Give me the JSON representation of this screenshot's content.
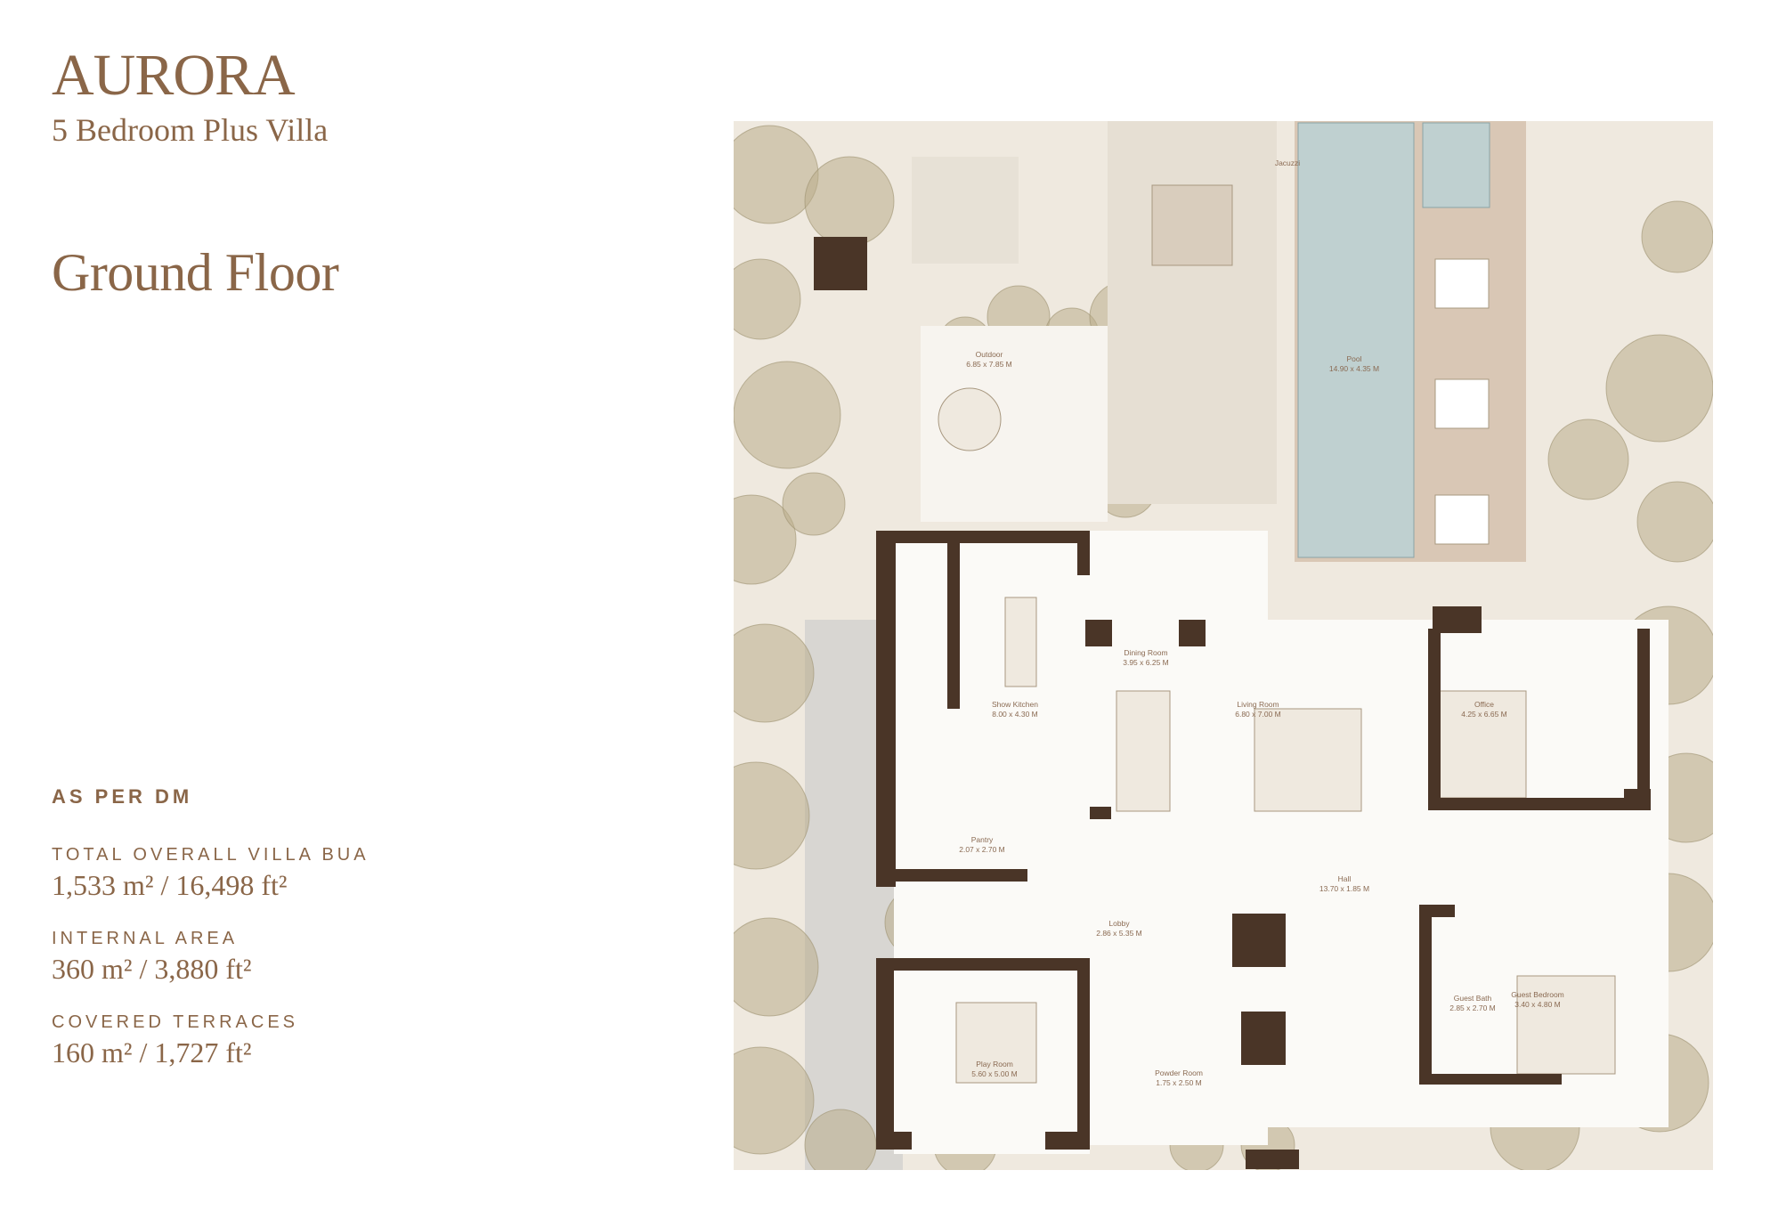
{
  "header": {
    "brand": "AURORA",
    "subtitle": "5 Bedroom Plus Villa",
    "floor_title": "Ground Floor"
  },
  "stats": {
    "heading": "AS PER DM",
    "items": [
      {
        "label": "TOTAL OVERALL VILLA BUA",
        "value": "1,533 m² / 16,498 ft²"
      },
      {
        "label": "INTERNAL AREA",
        "value": "360 m² / 3,880 ft²"
      },
      {
        "label": "COVERED TERRACES",
        "value": "160 m² / 1,727 ft²"
      }
    ]
  },
  "plan": {
    "rooms": [
      {
        "name": "Outdoor",
        "size": "6.85 x 7.85 M"
      },
      {
        "name": "Jacuzzi",
        "size": ""
      },
      {
        "name": "Pool",
        "size": "14.90 x 4.35 M"
      },
      {
        "name": "Dining Room",
        "size": "3.95 x 6.25 M"
      },
      {
        "name": "Show Kitchen",
        "size": "8.00 x 4.30 M"
      },
      {
        "name": "Living Room",
        "size": "6.80 x 7.00 M"
      },
      {
        "name": "Office",
        "size": "4.25 x 6.65 M"
      },
      {
        "name": "Pantry",
        "size": "2.07 x 2.70 M"
      },
      {
        "name": "Hall",
        "size": "13.70 x 1.85 M"
      },
      {
        "name": "Lobby",
        "size": "2.86 x 5.35 M"
      },
      {
        "name": "Guest Bedroom",
        "size": "3.40 x 4.80 M"
      },
      {
        "name": "Guest Bath",
        "size": "2.85 x 2.70 M"
      },
      {
        "name": "Play Room",
        "size": "5.60 x 5.00 M"
      },
      {
        "name": "Powder Room",
        "size": "1.75 x 2.50 M"
      }
    ]
  }
}
